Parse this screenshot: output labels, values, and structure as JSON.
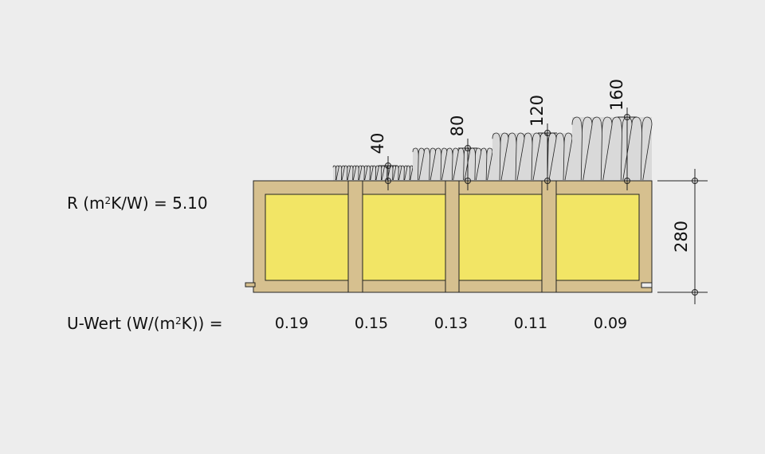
{
  "r_label": {
    "prefix": "R (m",
    "sup": "2",
    "suffix": "K/W) = 5.10"
  },
  "u_label": {
    "prefix": "U-Wert (W/(m",
    "sup": "2",
    "suffix": "K)) ="
  },
  "u_values": [
    "0.19",
    "0.15",
    "0.13",
    "0.11",
    "0.09"
  ],
  "insulation_thickness_labels": [
    "40",
    "80",
    "120",
    "160"
  ],
  "wall_thickness_label": "280",
  "colors": {
    "background": "#ededed",
    "timber": "#d6c08f",
    "core_insulation": "#f2e565",
    "added_insulation": "#d9d9d9",
    "line": "#222222"
  }
}
